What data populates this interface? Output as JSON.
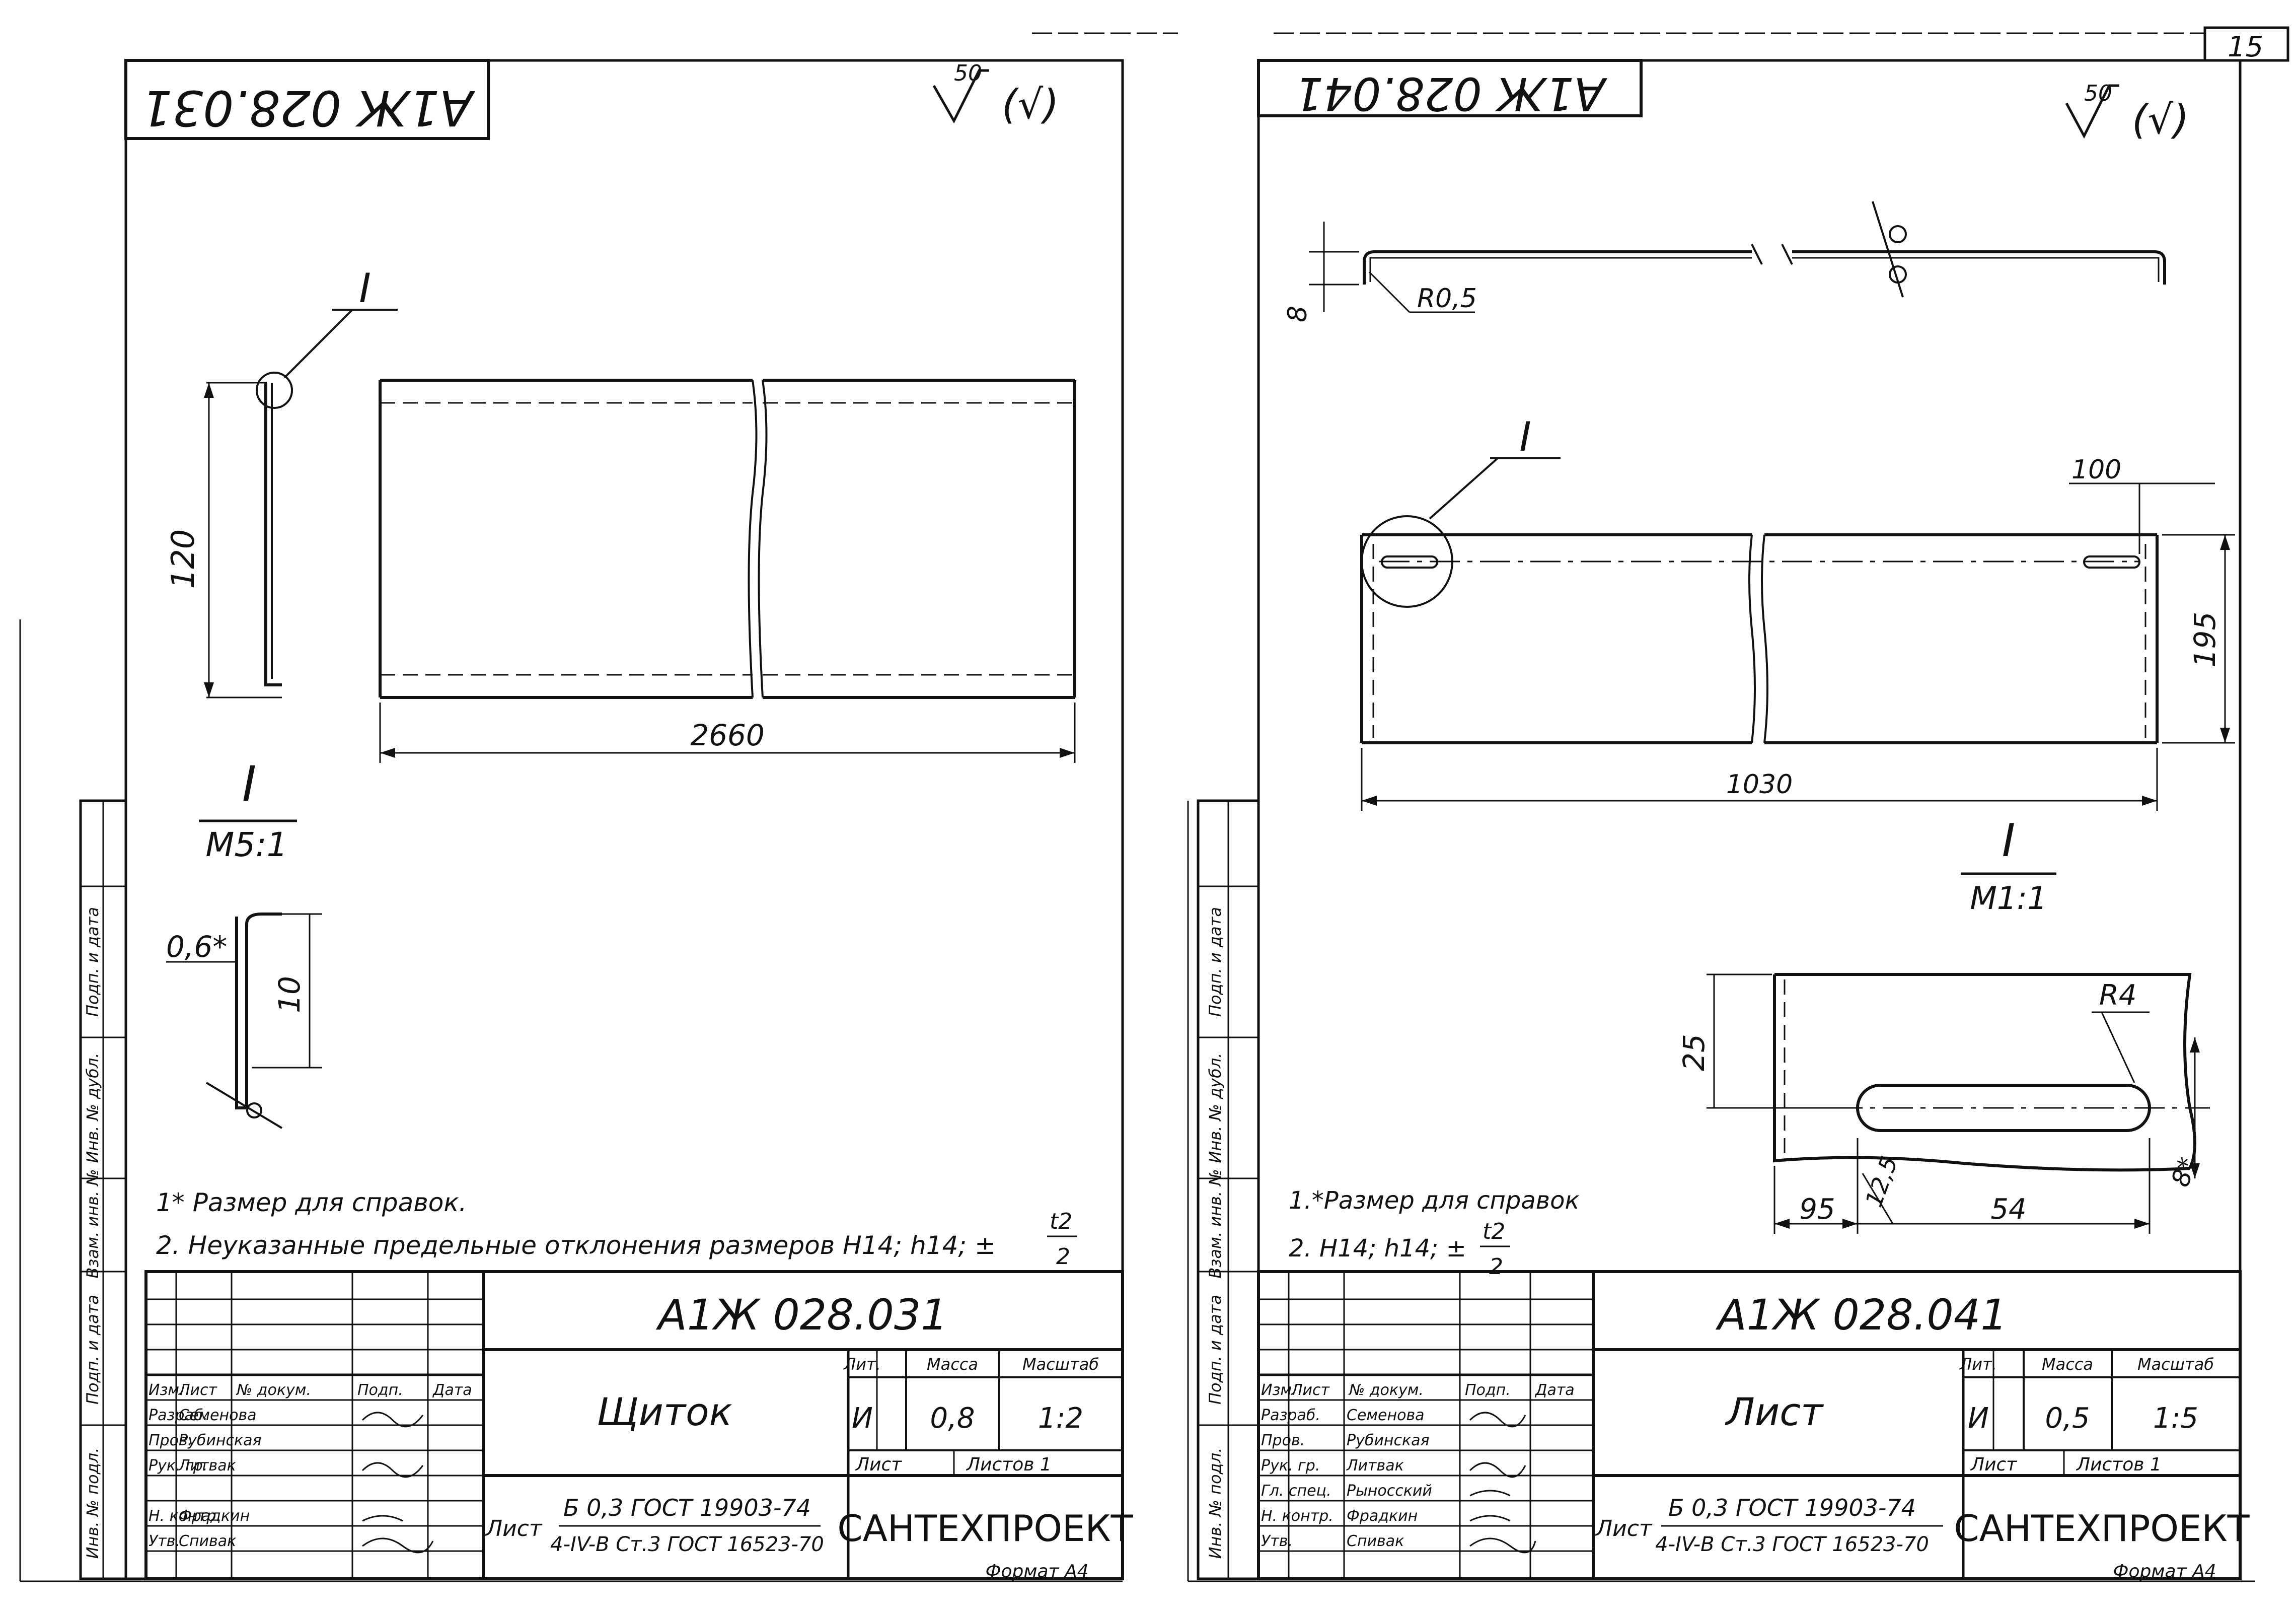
{
  "page_number": "15",
  "sheet_left": {
    "code_rotated": "А1Ж 028.031",
    "roughness": "50",
    "roughness_symbol": "(√)",
    "detail_mark": "I",
    "detail_scale": "M5:1",
    "dims": {
      "height": "120",
      "length": "2660",
      "thickness": "0,6*",
      "flange": "10"
    },
    "notes": [
      "1* Размер для справок.",
      "2. Неуказанные предельные отклонения размеров H14; h14; ±",
      "t2",
      "2"
    ],
    "side_labels": [
      "Инв. № подл.",
      "Подп. и дата",
      "Взам. инв. №",
      "Инв. № дубл.",
      "Подп. и дата"
    ],
    "title_block": {
      "designation": "А1Ж 028.031",
      "name": "Щиток",
      "lit_header": "Лит.",
      "mass_header": "Масса",
      "scale_header": "Масштаб",
      "lit": "И",
      "mass": "0,8",
      "scale": "1:2",
      "sheet": "Лист",
      "sheets": "Листов 1",
      "cols": [
        "Изм.",
        "Лист",
        "№ докум.",
        "Подп.",
        "Дата"
      ],
      "people": [
        {
          "role": "Разраб.",
          "name": "Семенова"
        },
        {
          "role": "Пров.",
          "name": "Рубинская"
        },
        {
          "role": "Рук. гр.",
          "name": "Литвак"
        },
        {
          "role": "",
          "name": ""
        },
        {
          "role": "Н. контр.",
          "name": "Фрадкин"
        },
        {
          "role": "Утв.",
          "name": "Спивак"
        }
      ],
      "material_prefix": "Лист",
      "material_line1": "Б 0,3 ГОСТ 19903-74",
      "material_line2": "4-IV-В Ст.3 ГОСТ 16523-70",
      "org": "САНТЕХПРОЕКТ"
    },
    "format": "Формат А4"
  },
  "sheet_right": {
    "code_rotated": "А1Ж 028.041",
    "roughness": "50",
    "roughness_symbol": "(√)",
    "detail_mark": "I",
    "detail_scale": "M1:1",
    "dims": {
      "flange_height": "8",
      "bend_radius": "R0,5",
      "slot_offset": "100",
      "width": "195",
      "length": "1030",
      "detail_height": "25",
      "slot_radius": "R4",
      "slot_pos": "95",
      "slot_width": "12,5",
      "slot_len": "54",
      "slot_ref": "8*"
    },
    "notes": [
      "1.*Размер для справок",
      "2. H14; h14; ±",
      "t2",
      "2"
    ],
    "side_labels": [
      "Инв. № подл.",
      "Подп. и дата",
      "Взам. инв. №",
      "Инв. № дубл.",
      "Подп. и дата"
    ],
    "title_block": {
      "designation": "А1Ж 028.041",
      "name": "Лист",
      "lit_header": "Лит.",
      "mass_header": "Масса",
      "scale_header": "Масштаб",
      "lit": "И",
      "mass": "0,5",
      "scale": "1:5",
      "sheet": "Лист",
      "sheets": "Листов 1",
      "cols": [
        "Изм.",
        "Лист",
        "№ докум.",
        "Подп.",
        "Дата"
      ],
      "people": [
        {
          "role": "Разраб.",
          "name": "Семенова"
        },
        {
          "role": "Пров.",
          "name": "Рубинская"
        },
        {
          "role": "Рук. гр.",
          "name": "Литвак"
        },
        {
          "role": "Гл. спец.",
          "name": "Рыносский"
        },
        {
          "role": "Н. контр.",
          "name": "Фрадкин"
        },
        {
          "role": "Утв.",
          "name": "Спивак"
        }
      ],
      "material_prefix": "Лист",
      "material_line1": "Б 0,3 ГОСТ 19903-74",
      "material_line2": "4-IV-В Ст.3 ГОСТ 16523-70",
      "org": "САНТЕХПРОЕКТ"
    },
    "format": "Формат А4"
  }
}
